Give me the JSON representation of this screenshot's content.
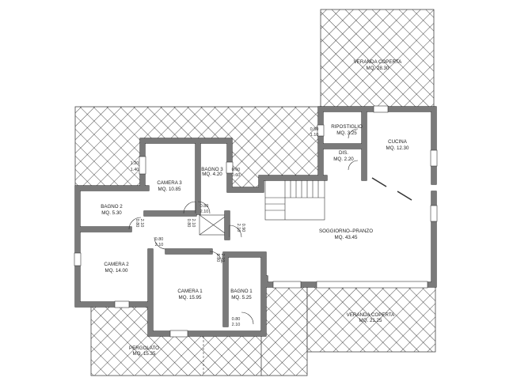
{
  "plan": {
    "rooms": [
      {
        "id": "veranda-coperta-nord",
        "name": "VERANDA COPERTA",
        "area": "MQ. 28.30"
      },
      {
        "id": "ripostiglio",
        "name": "RIPOSTIGLIO",
        "area": "MQ. 3.25"
      },
      {
        "id": "dis",
        "name": "DIS.",
        "area": "MQ. 2.20"
      },
      {
        "id": "cucina",
        "name": "CUCINA",
        "area": "MQ. 12.30"
      },
      {
        "id": "camera-3",
        "name": "CAMERA 3",
        "area": "MQ. 10.85"
      },
      {
        "id": "bagno-3",
        "name": "BAGNO 3",
        "area": "MQ. 4.20"
      },
      {
        "id": "bagno-2",
        "name": "BAGNO 2",
        "area": "MQ. 5.30"
      },
      {
        "id": "camera-2",
        "name": "CAMERA 2",
        "area": "MQ. 14.00"
      },
      {
        "id": "soggiorno-pranzo",
        "name": "SOGGIORNO–PRANZO",
        "area": "MQ. 43.45"
      },
      {
        "id": "camera-1",
        "name": "CAMERA 1",
        "area": "MQ. 15.95"
      },
      {
        "id": "bagno-1",
        "name": "BAGNO 1",
        "area": "MQ. 5.25"
      },
      {
        "id": "veranda-coperta-sud",
        "name": "VERANDA COPERTA",
        "area": "MQ. 21.25"
      },
      {
        "id": "pergolato",
        "name": "PERGOLATO",
        "area": "MQ. 15.35"
      }
    ],
    "dimensions": {
      "win_camera3": [
        "1.20",
        "1.40"
      ],
      "win_bagno3": [
        "0.60",
        "0.60"
      ],
      "win_ripostiglio": [
        "0.50",
        "1.10"
      ],
      "door_bagno3": [
        "0.80",
        "2.10"
      ],
      "door_corridor": [
        "0.80",
        "2.10"
      ],
      "door_bagno1": [
        "0.80",
        "2.10"
      ],
      "door_bagno2": [
        "0.80",
        "2.10"
      ],
      "door_camera3": [
        "0.80",
        "2.10"
      ],
      "door_camera1": [
        "0.80",
        "2.10"
      ],
      "door_stair": [
        "2.10",
        "0.90"
      ]
    }
  }
}
